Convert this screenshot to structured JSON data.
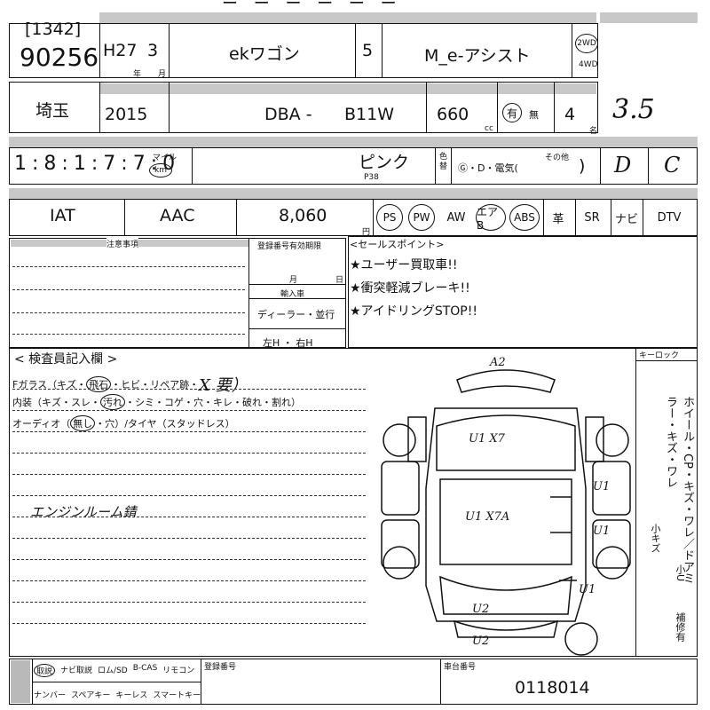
{
  "row1": {
    "lot_bracket": "[1342]",
    "lot": "90256",
    "era_year": "H27",
    "month": "3",
    "year_mark": "年",
    "month_mark": "月",
    "car_name": "ekワゴン",
    "doors": "5",
    "grade": "M_e-アシスト",
    "drive_2wd": "2WD",
    "drive_4wd": "4WD"
  },
  "row2": {
    "prefecture": "埼玉",
    "first_reg_year": "2015",
    "model_prefix": "DBA -",
    "model_code": "B11W",
    "displacement": "660",
    "cc": "cc",
    "recycle_yes": "有",
    "recycle_no": "無",
    "seats": "4",
    "seats_unit": "名",
    "score": "3.5"
  },
  "row3": {
    "mileage_digits": [
      "1",
      "8",
      "1",
      "7",
      "7",
      "0"
    ],
    "mile_label": "マイル",
    "km_label": "km",
    "color": "ピンク",
    "color_code": "P38",
    "color_change_label": "色替",
    "fuel_options": "Ⓖ・D・電気(",
    "fuel_other": "その他",
    "close_paren": ")",
    "interior_grade_hand": "D",
    "exterior_grade_hand": "C"
  },
  "row4": {
    "transmission": "IAT",
    "aircon": "AAC",
    "recycle_fee": "8,060",
    "yen": "円",
    "equipment": [
      "PS",
      "PW",
      "AW",
      "エアB",
      "ABS",
      "革",
      "SR",
      "ナビ",
      "DTV"
    ]
  },
  "notes": {
    "header": "注意事項",
    "reg_header": "登録番号有効期限",
    "month": "月",
    "day": "日",
    "import_label": "輸入車",
    "dealer": "ディーラー・並行",
    "handle": "左H ・ 右H",
    "sales_points_title": "<セールスポイント>",
    "sales_points": [
      "★ユーザー買取車!!",
      "★衝突軽減ブレーキ!!",
      "★アイドリングSTOP!!"
    ]
  },
  "inspector": {
    "title": "< 検査員記入欄 >",
    "line1_pre": "Fガラス（キズ・",
    "line1_circ": "飛石",
    "line1_post": "・ヒビ・リペア跡・",
    "line1_hand": "X 要）",
    "line2_pre": "内装（キズ・スレ・",
    "line2_circ": "汚れ",
    "line2_post": "・シミ・コゲ・穴・キレ・破れ・割れ）",
    "line3_pre": "オーディオ（",
    "line3_circ": "無し",
    "line3_post": "・穴）/タイヤ（スタッドレス）",
    "handwritten_note": "エンジンルーム錆"
  },
  "diagram": {
    "marks": [
      "A2",
      "U1 X7",
      "U1",
      "U1 X7A",
      "U1",
      "U1",
      "U2",
      "U2"
    ],
    "right_vertical": "ホイール・CP・キズ・ワレ／ドアミラー・キズ・ワレ",
    "keylock": "キーロック",
    "small_scratch": "小キズ",
    "small_u": "小U",
    "repair": "補修有"
  },
  "footer": {
    "items_row1": [
      "取説",
      "ナビ取説",
      "ロム/SD",
      "B-CAS",
      "リモコン"
    ],
    "items_row2": [
      "ナンバー",
      "スペアキー",
      "キーレス",
      "スマートキー"
    ],
    "reg_no_label": "登録番号",
    "chassis_label": "車台番号",
    "chassis_no": "0118014"
  }
}
